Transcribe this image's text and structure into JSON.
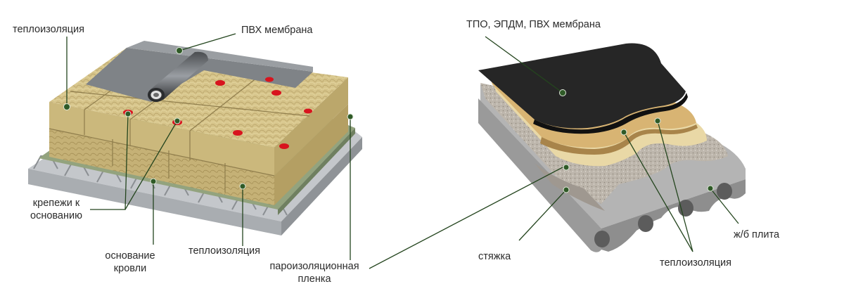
{
  "labels": {
    "left_insulation_top": "теплоизоляция",
    "left_pvc_membrane": "ПВХ мембрана",
    "left_fasteners_line1": "крепежи к",
    "left_fasteners_line2": "основанию",
    "left_base_line1": "основание",
    "left_base_line2": "кровли",
    "left_insulation_bottom": "теплоизоляция",
    "left_vapor_line1": "пароизоляционная",
    "left_vapor_line2": "пленка",
    "right_membrane": "ТПО, ЭПДМ, ПВХ мембрана",
    "right_screed": "стяжка",
    "right_insulation": "теплоизоляция",
    "right_slab": "ж/б плита"
  },
  "colors": {
    "leader_line": "#24451e",
    "leader_dot": "#2f5a27",
    "mineral_wool": "#d6c48a",
    "fastener": "#d8141e",
    "pvc_membrane": "#7d8185",
    "steel_deck": "#b9bcc0",
    "vapor_film": "#8fa07a",
    "black_membrane": "#262626",
    "insulation_layers": "#d9b97c",
    "screed": "#b6b0a7",
    "concrete_slab": "#a8a8a8"
  }
}
